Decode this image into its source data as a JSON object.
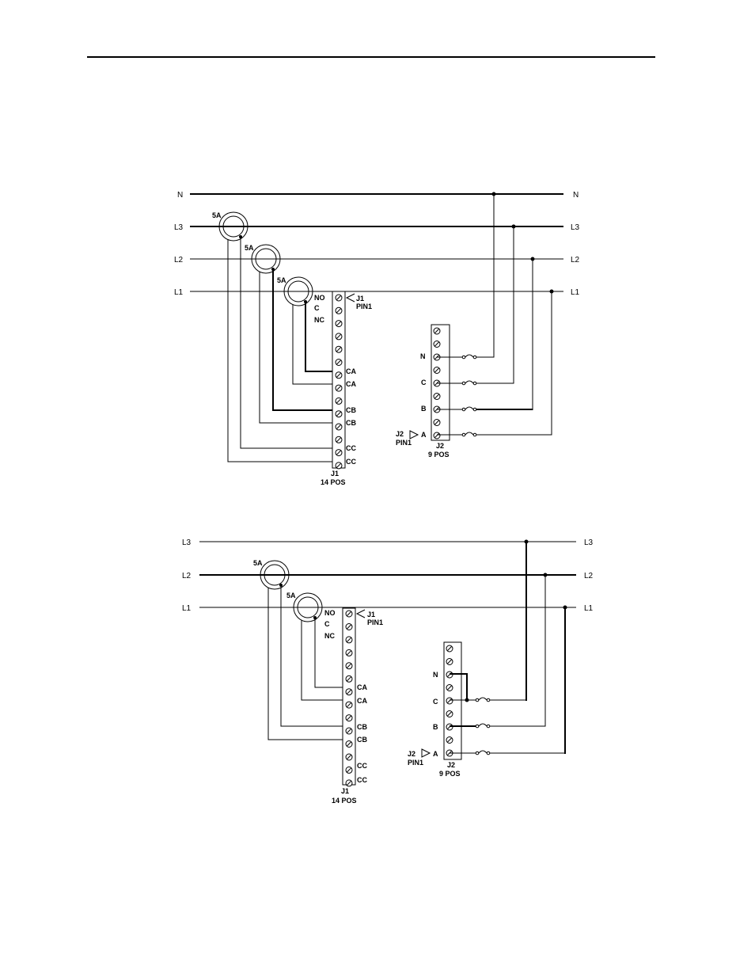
{
  "diagram1": {
    "line_labels_left": [
      "N",
      "L3",
      "L2",
      "L1"
    ],
    "line_labels_right": [
      "N",
      "L3",
      "L2",
      "L1"
    ],
    "ct_labels": [
      "5A",
      "5A",
      "5A"
    ],
    "j1": {
      "marker": "J1",
      "pin1": "PIN1",
      "left_labels": [
        "NO",
        "C",
        "NC"
      ],
      "right_labels": [
        "CA",
        "CA",
        "CB",
        "CB",
        "CC",
        "CC"
      ],
      "name": "J1",
      "pos": "14 POS"
    },
    "j2": {
      "left_labels": [
        "N",
        "C",
        "B",
        "A"
      ],
      "marker": "J2",
      "pin1": "PIN1",
      "name": "J2",
      "pos": "9 POS"
    }
  },
  "diagram2": {
    "line_labels_left": [
      "L3",
      "L2",
      "L1"
    ],
    "line_labels_right": [
      "L3",
      "L2",
      "L1"
    ],
    "ct_labels": [
      "5A",
      "5A"
    ],
    "j1": {
      "marker": "J1",
      "pin1": "PIN1",
      "left_labels": [
        "NO",
        "C",
        "NC"
      ],
      "right_labels": [
        "CA",
        "CA",
        "CB",
        "CB",
        "CC",
        "CC"
      ],
      "name": "J1",
      "pos": "14 POS"
    },
    "j2": {
      "left_labels": [
        "N",
        "C",
        "B",
        "A"
      ],
      "marker": "J2",
      "pin1": "PIN1",
      "name": "J2",
      "pos": "9 POS"
    }
  }
}
